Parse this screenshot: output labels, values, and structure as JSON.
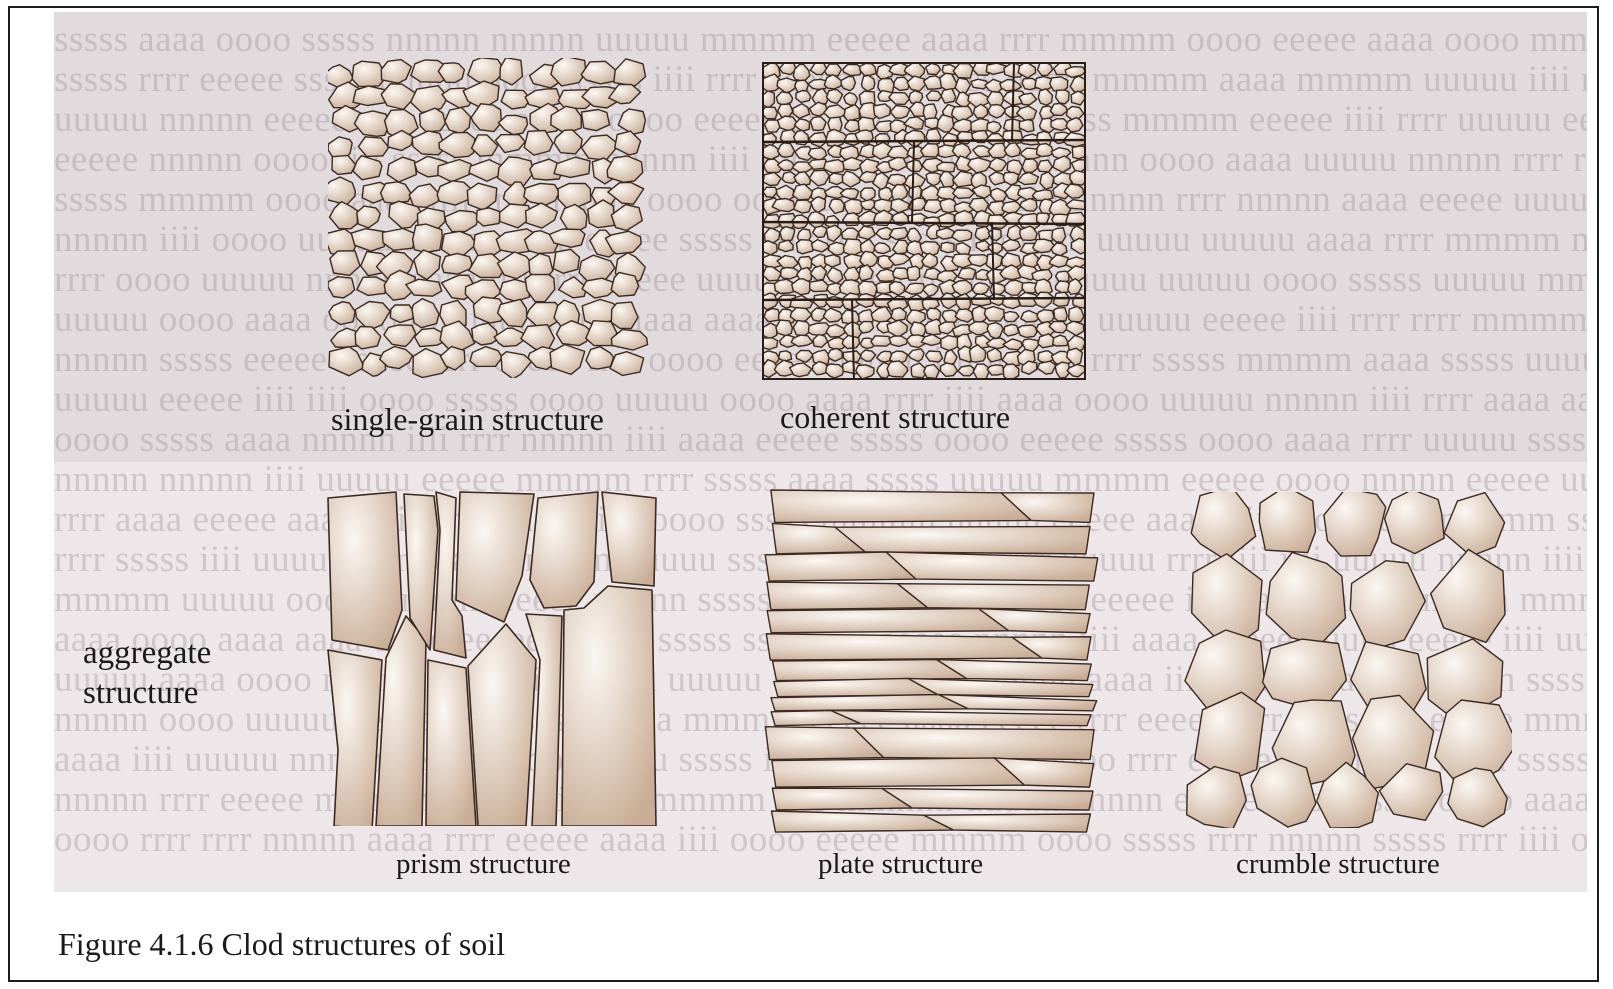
{
  "figure": {
    "caption": "Figure 4.1.6 Clod structures of soil",
    "group_label": {
      "line1": "aggregate",
      "line2": "structure"
    },
    "structures": {
      "single_grain": "single-grain structure",
      "coherent": "coherent structure",
      "prism": "prism structure",
      "plate": "plate structure",
      "crumble": "crumble structure"
    }
  },
  "colors": {
    "panel": "#ede7e9",
    "clod_light": "#fbf7f3",
    "clod_dark": "#c9ad95",
    "outline": "#3a2a22",
    "border": "#1b1b1b"
  }
}
